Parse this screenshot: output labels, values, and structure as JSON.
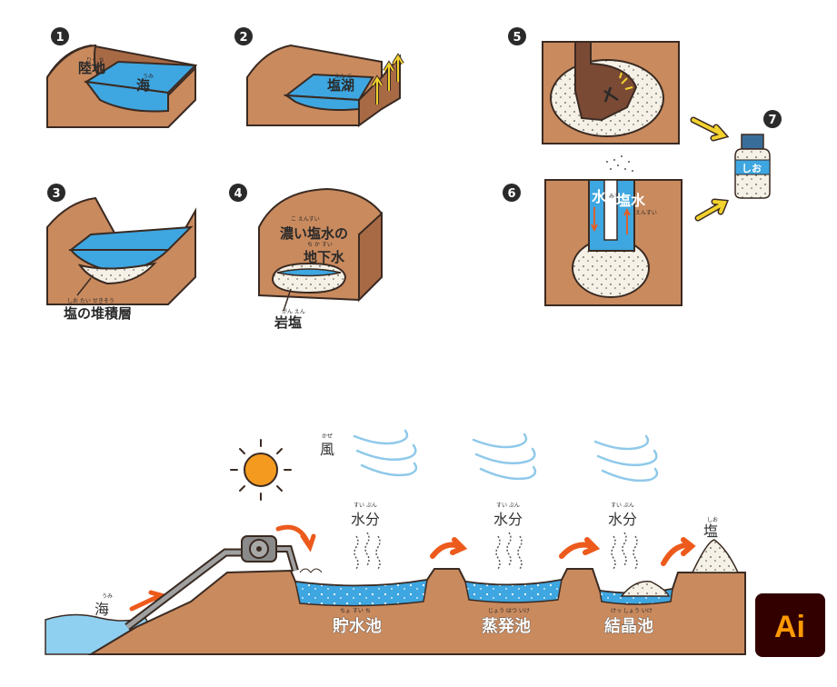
{
  "steps": [
    {
      "number": "1",
      "labels": [
        {
          "ruby": "りく ち",
          "text": "陸地"
        },
        {
          "ruby": "うみ",
          "text": "海"
        }
      ]
    },
    {
      "number": "2",
      "labels": [
        {
          "ruby": "えん こ",
          "text": "塩湖"
        }
      ]
    },
    {
      "number": "3",
      "labels": [
        {
          "ruby": "しお    たい せきそう",
          "text": "塩の堆積層"
        }
      ]
    },
    {
      "number": "4",
      "labels": [
        {
          "ruby": "こ    えんすい",
          "text": "濃い塩水の"
        },
        {
          "ruby": "ち か すい",
          "text": "地下水"
        },
        {
          "ruby": "がん えん",
          "text": "岩塩"
        }
      ]
    },
    {
      "number": "5"
    },
    {
      "number": "6",
      "labels": [
        {
          "text": "水"
        },
        {
          "ruby": "みず",
          "text": ""
        },
        {
          "text": "塩水"
        },
        {
          "ruby": "えんすい",
          "text": ""
        }
      ]
    },
    {
      "number": "7",
      "labels": [
        {
          "text": "しお"
        }
      ]
    }
  ],
  "process": {
    "wind": {
      "ruby": "かぜ",
      "text": "風"
    },
    "moisture": {
      "ruby": "すい ぶん",
      "text": "水分"
    },
    "sea": {
      "ruby": "うみ",
      "text": "海"
    },
    "salt": {
      "ruby": "しお",
      "text": "塩"
    },
    "ponds": [
      {
        "ruby": "ちょ すい ち",
        "text": "貯水池"
      },
      {
        "ruby": "じょう はつ いけ",
        "text": "蒸発池"
      },
      {
        "ruby": "けっ しょう いけ",
        "text": "結晶池"
      }
    ]
  },
  "badge": {
    "text": "Ai"
  },
  "colors": {
    "earth": "#c98a5e",
    "earth_dark": "#a86a45",
    "water": "#3ea6e0",
    "water_light": "#8fd0f0",
    "outline": "#3a2a22",
    "arrow_orange": "#ec5a1c",
    "arrow_yellow": "#f3d22d",
    "sun": "#f49a1f",
    "wind": "#8fc9ea",
    "badge_bg": "#330000",
    "badge_text": "#ff9a00"
  }
}
